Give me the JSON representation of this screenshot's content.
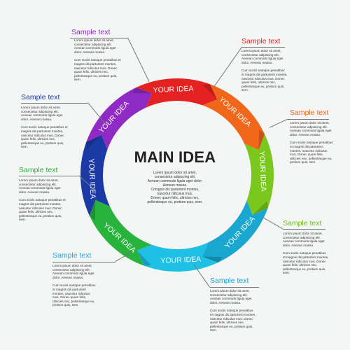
{
  "center": {
    "title": "MAIN IDEA",
    "lines": [
      "Lorem ipsum dolor sit amet,",
      "consectetur adipiscing elit.",
      "Aenean commodo ligula eget dolor.",
      "Aenean massa.",
      "Cmsgois dis parturient montes,",
      "nascetur ridiculus mus.",
      "Donec quam felis, ultricies nec,",
      "pellentesque eu, pretium quis, sem."
    ]
  },
  "segments": [
    {
      "label": "YOUR IDEA",
      "color": "#e52222"
    },
    {
      "label": "YOUR IDEA",
      "color": "#f0661a"
    },
    {
      "label": "YOUR IDEA",
      "color": "#7ac81e"
    },
    {
      "label": "YOUR IDEA",
      "color": "#19a6cf"
    },
    {
      "label": "YOUR IDEA",
      "color": "#1ec0e6"
    },
    {
      "label": "YOUR IDEA",
      "color": "#27b33c"
    },
    {
      "label": "YOUR IDEA",
      "color": "#1b3aa5"
    },
    {
      "label": "YOUR IDEA",
      "color": "#8f2ac4"
    }
  ],
  "blocks": [
    {
      "title": "Sample text",
      "color": "#8f2ac4",
      "p1": "Lorem ipsum dolor sit amet, consectetur adipiscing elit. Aenean commodo ligula eget dolor. Aenean massa.",
      "p2": "Cum sociis natoque penatibus et magnis dis parturient montes, nascetur ridiculus mus. Donec quam felis, ultricies nec, pellentesque eu, pretium quis, sem."
    },
    {
      "title": "Sample text",
      "color": "#e52222",
      "p1": "Lorem ipsum dolor sit amet, consectetur adipiscing elit. Aenean commodo ligula eget dolor. Aenean massa.",
      "p2": "Cum sociis natoque penatibus et magnis dis parturient montes, nascetur ridiculus mus. Donec quam felis, ultricies nec, pellentesque eu, pretium quis, sem."
    },
    {
      "title": "Sample text",
      "color": "#f0661a",
      "p1": "Lorem ipsum dolor sit amet, consectetur adipiscing elit. Aenean commodo ligula eget dolor. Aenean massa.",
      "p2": "Cum sociis natoque penatibus et magnis dis parturient montes, nascetur ridiculus mus. Donec quam felis, ultricies nec, pellentesque eu, pretium quis, sem."
    },
    {
      "title": "Sample text",
      "color": "#7ac81e",
      "p1": "Lorem ipsum dolor sit amet, consectetur adipiscing elit. Aenean commodo ligula eget dolor. Aenean massa.",
      "p2": "Cum sociis natoque penatibus et magnis dis parturient montes, nascetur ridiculus mus. Donec quam felis, ultricies nec, pellentesque eu, pretium quis, sem."
    },
    {
      "title": "Sample text",
      "color": "#19a6cf",
      "p1": "Lorem ipsum dolor sit amet, consectetur adipiscing elit. Aenean commodo ligula eget dolor. Aenean massa.",
      "p2": "Cum sociis natoque penatibus et magnis dis parturient montes, nascetur ridiculus mus. Donec quam felis, ultricies nec, pellentesque eu, pretium quis, sem."
    },
    {
      "title": "Sample text",
      "color": "#1ec0e6",
      "p1": "Lorem ipsum dolor sit amet, consectetur adipiscing elit. Aenean commodo ligula eget dolor. Aenean massa.",
      "p2": "Cum sociis natoque penatibus et magnis dis parturient montes, nascetur ridiculus mus. Donec quam felis, ultricies nec, pellentesque eu, pretium quis, sem."
    },
    {
      "title": "Sample text",
      "color": "#27b33c",
      "p1": "Lorem ipsum dolor sit amet, consectetur adipiscing elit. Aenean commodo ligula eget dolor. Aenean massa.",
      "p2": "Cum sociis natoque penatibus et magnis dis parturient montes, nascetur ridiculus mus. Donec quam felis, ultricies nec, pellentesque eu, pretium quis, sem."
    },
    {
      "title": "Sample text",
      "color": "#1b3aa5",
      "p1": "Lorem ipsum dolor sit amet, consectetur adipiscing elit. Aenean commodo ligula eget dolor. Aenean massa.",
      "p2": "Cum sociis natoque penatibus et magnis dis parturient montes, nascetur ridiculus mus. Donec quam felis, ultricies nec, pellentesque eu, pretium quis, sem."
    }
  ]
}
